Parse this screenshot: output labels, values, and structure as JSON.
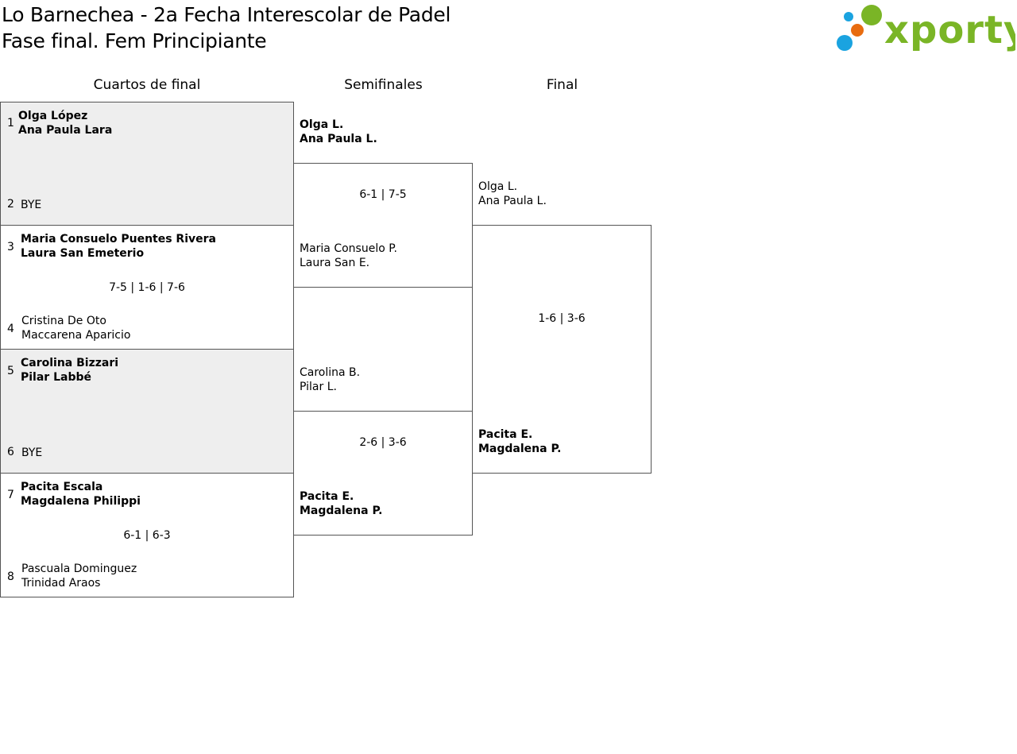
{
  "header": {
    "title_line1": "Lo Barnechea - 2a Fecha Interescolar de Padel",
    "title_line2": "Fase final. Fem Principiante"
  },
  "brand": {
    "logo_text": "xporty",
    "colors": {
      "green": "#7ab526",
      "blue": "#1aa3e0",
      "orange": "#e86c10"
    }
  },
  "rounds": {
    "quarterfinals": "Cuartos de final",
    "semifinals": "Semifinales",
    "final": "Final"
  },
  "quarterfinals": [
    {
      "seed_top": "1",
      "seed_bottom": "2",
      "score": "",
      "top": {
        "p1": "Olga López",
        "p2": "Ana Paula Lara",
        "winner": true
      },
      "bottom": {
        "p1": "BYE",
        "p2": "",
        "winner": false
      }
    },
    {
      "seed_top": "3",
      "seed_bottom": "4",
      "score": "7-5 | 1-6 | 7-6",
      "top": {
        "p1": "Maria Consuelo Puentes Rivera",
        "p2": "Laura San Emeterio",
        "winner": true
      },
      "bottom": {
        "p1": "Cristina De Oto",
        "p2": "Maccarena Aparicio",
        "winner": false
      }
    },
    {
      "seed_top": "5",
      "seed_bottom": "6",
      "score": "",
      "top": {
        "p1": "Carolina Bizzari",
        "p2": "Pilar Labbé",
        "winner": true
      },
      "bottom": {
        "p1": "BYE",
        "p2": "",
        "winner": false
      }
    },
    {
      "seed_top": "7",
      "seed_bottom": "8",
      "score": "6-1 | 6-3",
      "top": {
        "p1": "Pacita Escala",
        "p2": "Magdalena Philippi",
        "winner": true
      },
      "bottom": {
        "p1": "Pascuala Dominguez",
        "p2": "Trinidad Araos",
        "winner": false
      }
    }
  ],
  "semifinals": [
    {
      "score": "6-1 | 7-5",
      "top": {
        "p1": "Olga L.",
        "p2": "Ana Paula L.",
        "winner": true
      },
      "bottom": {
        "p1": "Maria Consuelo P.",
        "p2": "Laura San E.",
        "winner": false
      }
    },
    {
      "score": "2-6 | 3-6",
      "top": {
        "p1": "Carolina B.",
        "p2": "Pilar L.",
        "winner": false
      },
      "bottom": {
        "p1": "Pacita E.",
        "p2": "Magdalena P.",
        "winner": true
      }
    }
  ],
  "final": {
    "score": "1-6 | 3-6",
    "top": {
      "p1": "Olga L.",
      "p2": "Ana Paula L.",
      "winner": false
    },
    "bottom": {
      "p1": "Pacita E.",
      "p2": "Magdalena P.",
      "winner": true
    }
  }
}
